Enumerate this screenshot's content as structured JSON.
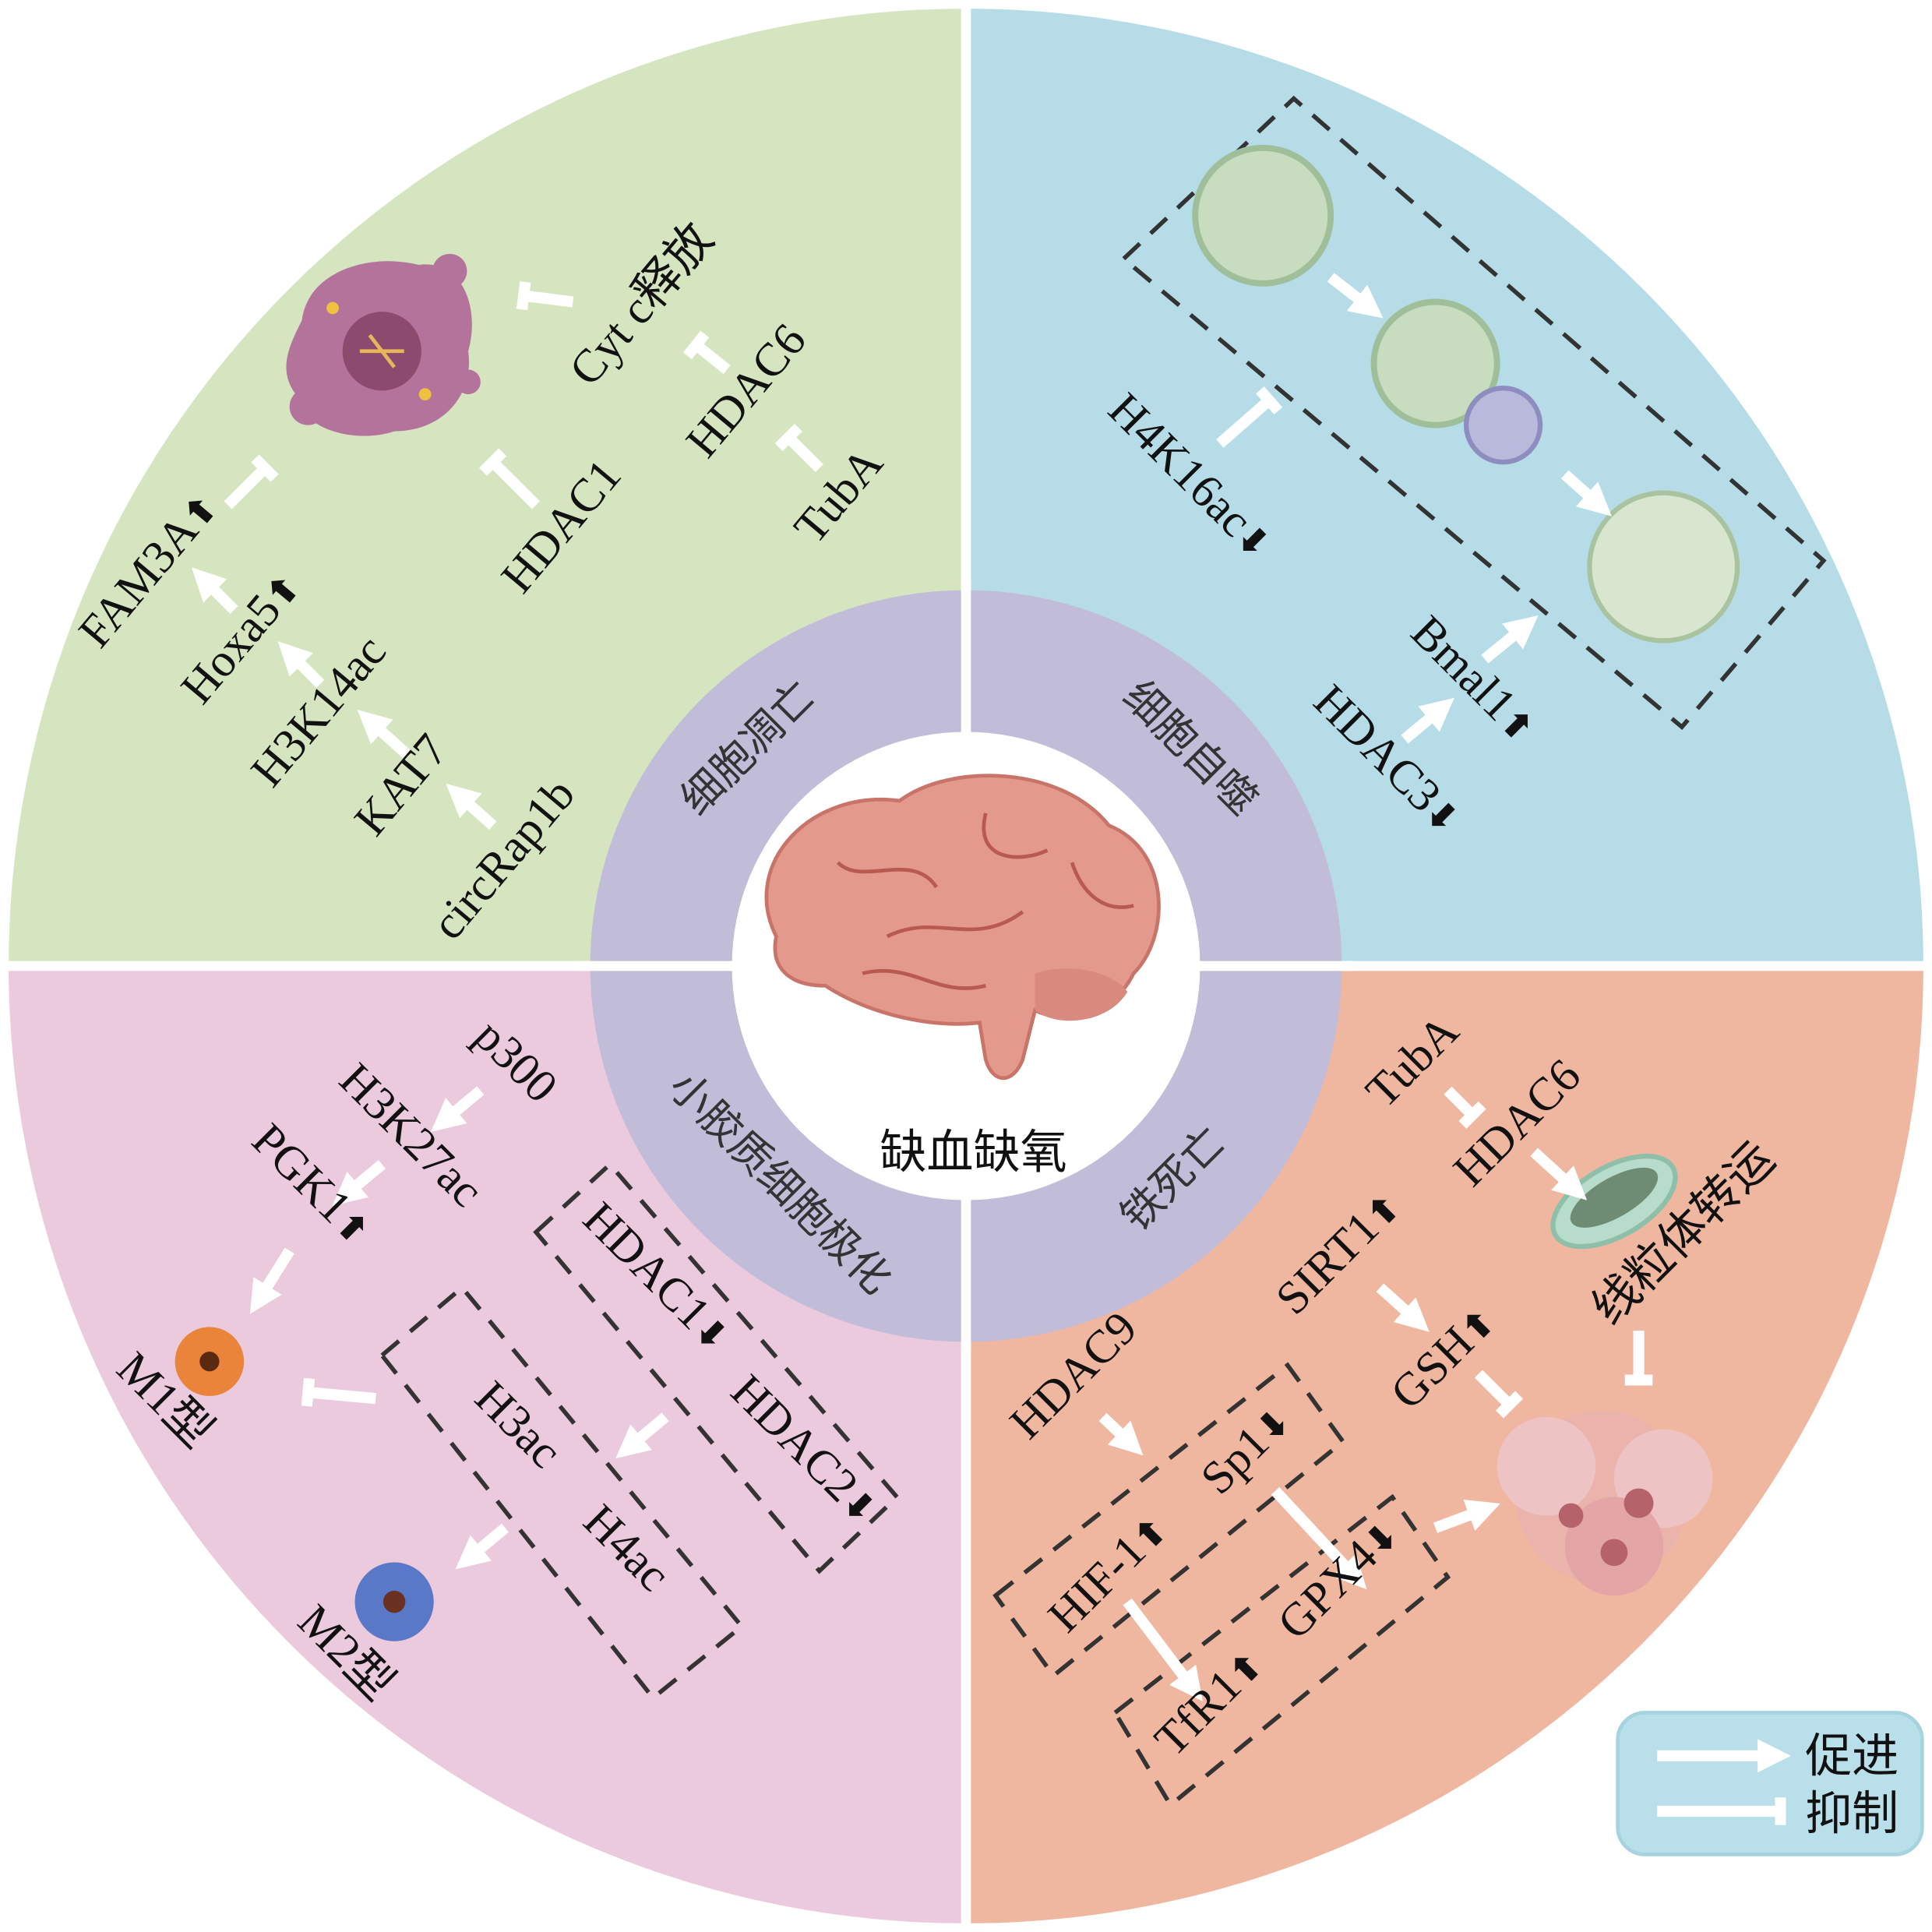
{
  "center": {
    "label": "缺血缺氧"
  },
  "colors": {
    "apoptosis": "#d4e5c0",
    "autophagy": "#b6dde7",
    "microglia": "#eccade",
    "ferroptosis": "#f0b7a0",
    "ring": "#c1bdd9"
  },
  "quadrants": {
    "apoptosis": {
      "ring_label": "细胞凋亡",
      "labels": {
        "cytc": "Cyt c释放",
        "hdac6": "HDAC6",
        "tuba": "TubA",
        "hdac1": "HDAC1",
        "fam3a": "FAM3A",
        "hoxa5": "Hoxa5",
        "h3k14ac": "H3K14ac",
        "kat7": "KAT7",
        "circrap1b": "circRap1b"
      },
      "trends": {
        "fam3a": "⬆",
        "hoxa5": "⬆"
      }
    },
    "autophagy": {
      "ring_label": "细胞自噬",
      "labels": {
        "h4k16ac": "H4K16ac",
        "bmal1": "Bmal1",
        "hdac3": "HDAC3"
      },
      "trends": {
        "h4k16ac": "⬇",
        "bmal1": "⬆",
        "hdac3": "⬇"
      }
    },
    "microglia": {
      "ring_label": "小胶质细胞极化",
      "labels": {
        "p300": "p300",
        "h3k27ac": "H3K27ac",
        "pgk1": "PGK1",
        "m1": "M1型",
        "m2": "M2型",
        "hdac1": "HDAC1",
        "hdac2": "HDAC2",
        "h3ac": "H3ac",
        "h4ac": "H4ac"
      },
      "trends": {
        "pgk1": "⬆",
        "hdac1": "⬇",
        "hdac2": "⬇"
      }
    },
    "ferroptosis": {
      "ring_label": "铁死亡",
      "labels": {
        "tuba": "TubA",
        "hdac6": "HDAC6",
        "mito": "线粒体转运",
        "sirt1": "SIRT1",
        "gsh": "GSH",
        "hdac9": "HDAC9",
        "sp1": "Sp1",
        "hif1": "HIF-1",
        "gpx4": "GPX4",
        "tfr1": "TfR1"
      },
      "trends": {
        "sirt1": "⬆",
        "gsh": "⬆",
        "sp1": "⬇",
        "hif1": "⬆",
        "gpx4": "⬇",
        "tfr1": "⬆"
      }
    }
  },
  "legend": {
    "promote": "促进",
    "inhibit": "抑制"
  }
}
